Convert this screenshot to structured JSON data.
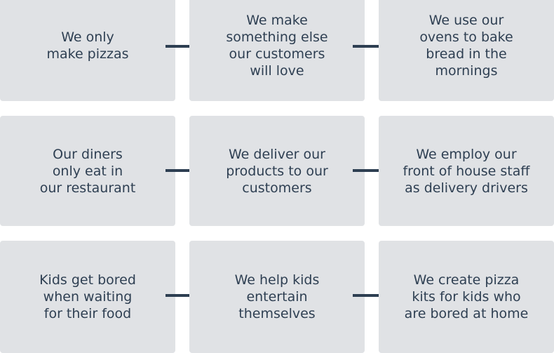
{
  "rows": [
    {
      "cells": [
        "We only\nmake pizzas",
        "We make\nsomething else\nour customers\nwill love",
        "We use our\novens to bake\nbread in the\nmornings"
      ]
    },
    {
      "cells": [
        "Our diners\nonly eat in\nour restaurant",
        "We deliver our\nproducts to our\ncustomers",
        "We employ our\nfront of house staff\nas delivery drivers"
      ]
    },
    {
      "cells": [
        "Kids get bored\nwhen waiting\nfor their food",
        "We help kids\nentertain\nthemselves",
        "We create pizza\nkits for kids who\nare bored at home"
      ]
    }
  ],
  "colors": {
    "box_fill": "#e0e2e5",
    "text": "#2e3f52",
    "arrow": "#2e3f52"
  },
  "icons": {
    "arrow": "arrow-right-icon"
  }
}
